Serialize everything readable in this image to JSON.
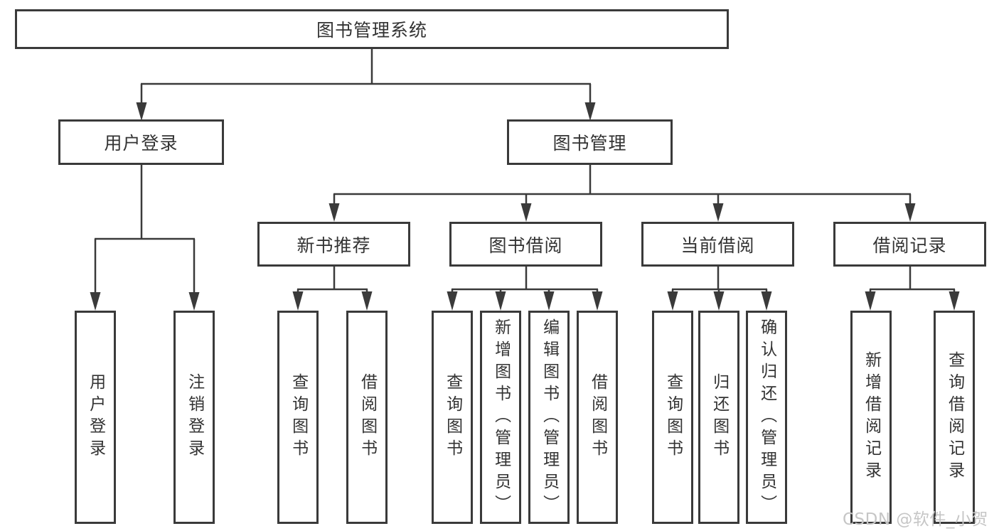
{
  "colors": {
    "line": "#3a3a3a",
    "text": "#333333",
    "background": "#ffffff",
    "watermark": "#c6c6c6"
  },
  "tree": {
    "root": "图书管理系统",
    "user": {
      "label": "用户登录",
      "children": [
        "用户登录",
        "注销登录"
      ]
    },
    "book": {
      "label": "图书管理",
      "groups": [
        {
          "label": "新书推荐",
          "children": [
            "查询图书",
            "借阅图书"
          ]
        },
        {
          "label": "图书借阅",
          "children": [
            "查询图书",
            "新增图书（管理员）",
            "编辑图书（管理员）",
            "借阅图书"
          ]
        },
        {
          "label": "当前借阅",
          "children": [
            "查询图书",
            "归还图书",
            "确认归还（管理员）"
          ]
        },
        {
          "label": "借阅记录",
          "children": [
            "新增借阅记录",
            "查询借阅记录"
          ]
        }
      ]
    }
  },
  "watermark": "CSDN @软件_小贺同学"
}
